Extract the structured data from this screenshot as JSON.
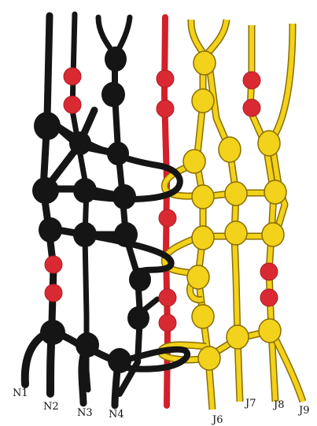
{
  "colors": {
    "background": "#ffffff",
    "black_cord": "#151515",
    "red_cord": "#d3202a",
    "yellow_cord": "#f2d21a",
    "yellow_outline": "#8a6d00",
    "bead_red": "#d92a33"
  },
  "labels": {
    "n1": "N1",
    "n2": "N2",
    "n3": "N3",
    "n4": "N4",
    "j6": "J6",
    "j7": "J7",
    "j8": "J8",
    "j9": "J9"
  }
}
